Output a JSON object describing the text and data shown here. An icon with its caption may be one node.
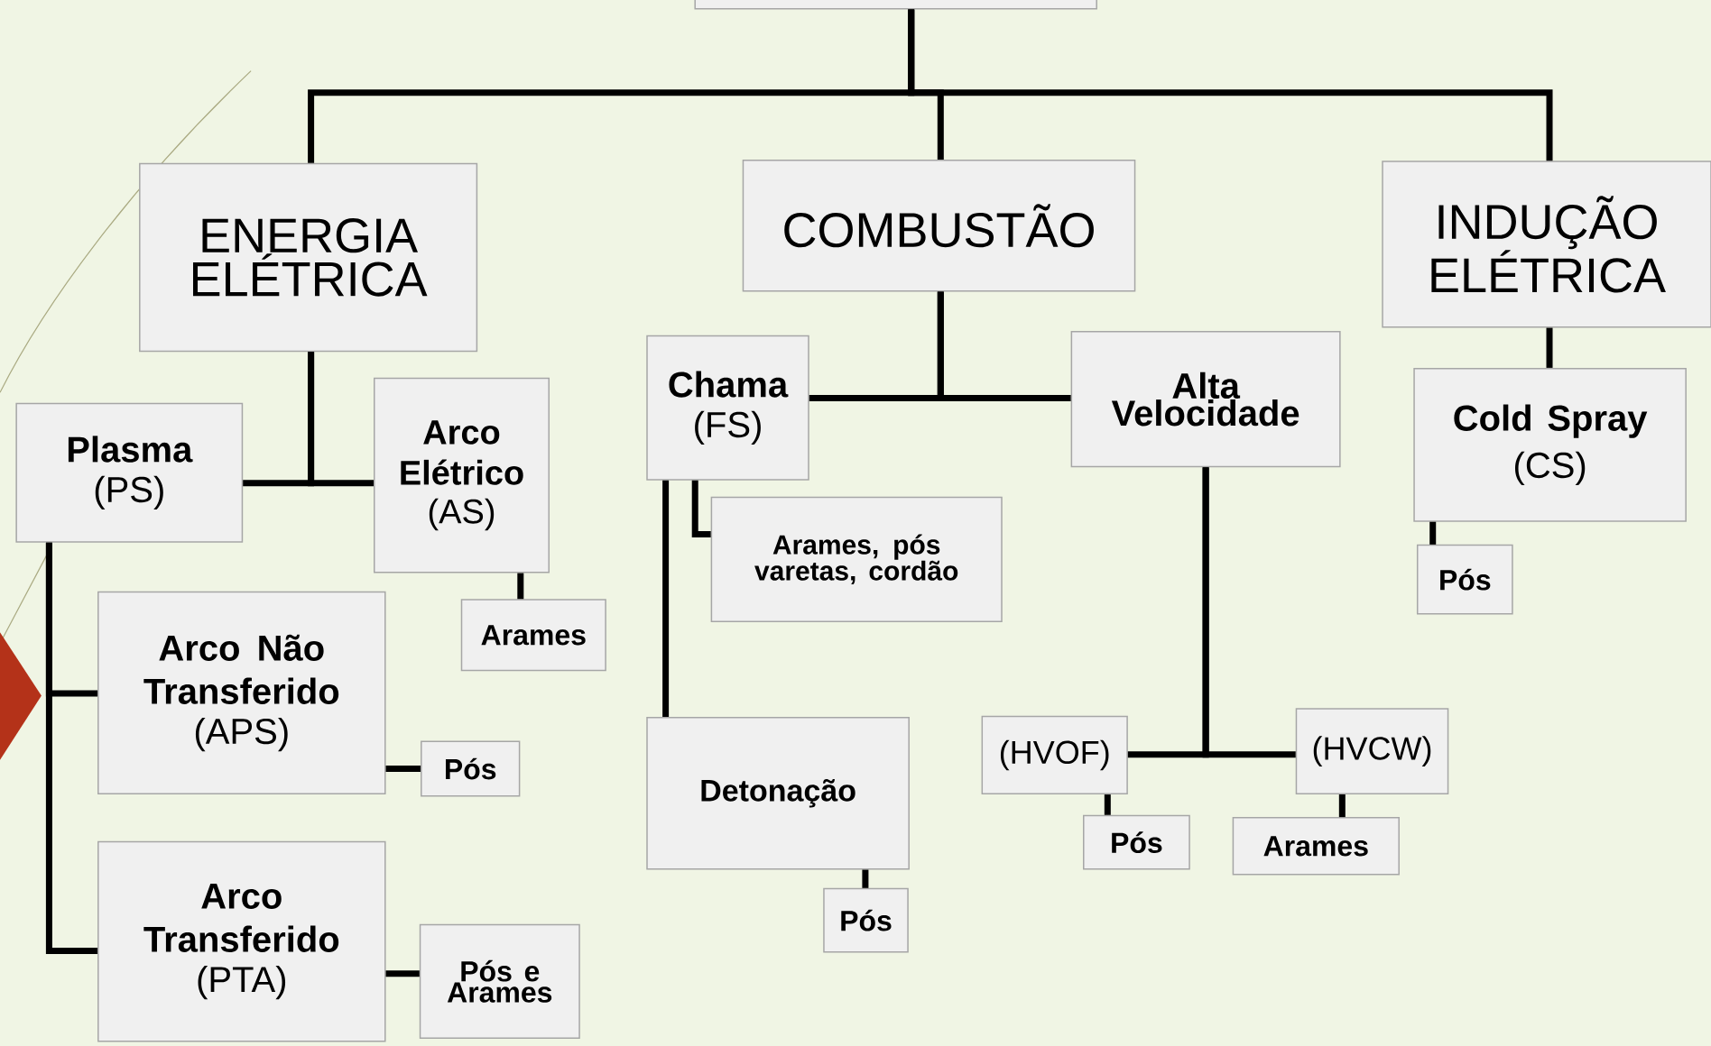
{
  "diagram": {
    "nodes": [
      {
        "text": [],
        "shape": "box"
      },
      {
        "text": [
          "ENERGIA ELÉTRICA"
        ]
      },
      {
        "text": [
          "COMBUSTÃO"
        ]
      },
      {
        "text": [
          "INDUÇÃO ELÉTRICA"
        ]
      },
      {
        "text": [
          "Plasma",
          "(PS)"
        ]
      },
      {
        "text": [
          "Arco Elétrico",
          "(AS)"
        ]
      },
      {
        "text": [
          "Arames"
        ]
      },
      {
        "text": [
          "Arco Não Transferido",
          "(APS)"
        ]
      },
      {
        "text": [
          "Pós"
        ]
      },
      {
        "text": [
          "Arco Transferido",
          "(PTA)"
        ]
      },
      {
        "text": [
          "Pós e Arames"
        ]
      },
      {
        "text": [
          "Chama",
          "(FS)"
        ]
      },
      {
        "text": [
          "Arames, pós varetas, cordão"
        ]
      },
      {
        "text": [
          "Detonação"
        ]
      },
      {
        "text": [
          "Pós"
        ]
      },
      {
        "text": [
          "Alta Velocidade"
        ]
      },
      {
        "text": [
          "(HVOF)"
        ]
      },
      {
        "text": [
          "Pós"
        ]
      },
      {
        "text": [
          "(HVCW)"
        ]
      },
      {
        "text": [
          "Arames"
        ]
      },
      {
        "text": [
          "Cold Spray",
          "(CS)"
        ]
      },
      {
        "text": [
          "Pós"
        ]
      }
    ],
    "edges": [
      {
        "from": 0,
        "to": 1,
        "arrow": "none"
      },
      {
        "from": 0,
        "to": 2,
        "arrow": "none"
      },
      {
        "from": 0,
        "to": 3,
        "arrow": "none"
      },
      {
        "from": 1,
        "to": 4,
        "arrow": "none"
      },
      {
        "from": 1,
        "to": 5,
        "arrow": "none"
      },
      {
        "from": 5,
        "to": 6,
        "arrow": "none"
      },
      {
        "from": 4,
        "to": 7,
        "arrow": "none"
      },
      {
        "from": 4,
        "to": 9,
        "arrow": "none"
      },
      {
        "from": 7,
        "to": 8,
        "arrow": "none"
      },
      {
        "from": 9,
        "to": 10,
        "arrow": "none"
      },
      {
        "from": 2,
        "to": 11,
        "arrow": "none"
      },
      {
        "from": 2,
        "to": 15,
        "arrow": "none"
      },
      {
        "from": 11,
        "to": 12,
        "arrow": "none"
      },
      {
        "from": 11,
        "to": 13,
        "arrow": "none"
      },
      {
        "from": 13,
        "to": 14,
        "arrow": "none"
      },
      {
        "from": 15,
        "to": 16,
        "arrow": "none"
      },
      {
        "from": 15,
        "to": 18,
        "arrow": "none"
      },
      {
        "from": 16,
        "to": 17,
        "arrow": "none"
      },
      {
        "from": 18,
        "to": 19,
        "arrow": "none"
      },
      {
        "from": 3,
        "to": 20,
        "arrow": "none"
      },
      {
        "from": 20,
        "to": 21,
        "arrow": "none"
      }
    ]
  }
}
